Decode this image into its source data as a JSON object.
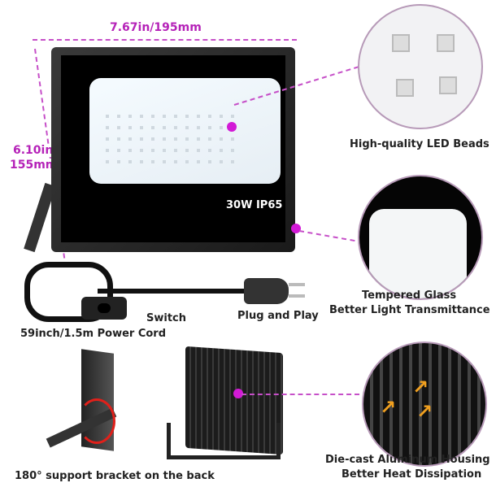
{
  "dimensions": {
    "width": "7.67in/195mm",
    "height_in": "6.10in",
    "height_mm": "155mm"
  },
  "lamp": {
    "rating": "30W IP65"
  },
  "callouts": {
    "switch": "Switch",
    "plug": "Plug and Play",
    "cord": "59inch/1.5m Power Cord",
    "bracket": "180° support bracket on the back"
  },
  "features": [
    {
      "icon": "led-beads-icon",
      "lines": [
        "High-quality LED Beads"
      ]
    },
    {
      "icon": "tempered-glass-icon",
      "lines": [
        "Tempered Glass",
        "Better Light Transmittance"
      ]
    },
    {
      "icon": "heat-sink-icon",
      "lines": [
        "Die-cast Aluminum Housing",
        "Better Heat Dissipation"
      ]
    }
  ],
  "colors": {
    "accent": "#b522b8",
    "dot": "#d21ad6"
  }
}
